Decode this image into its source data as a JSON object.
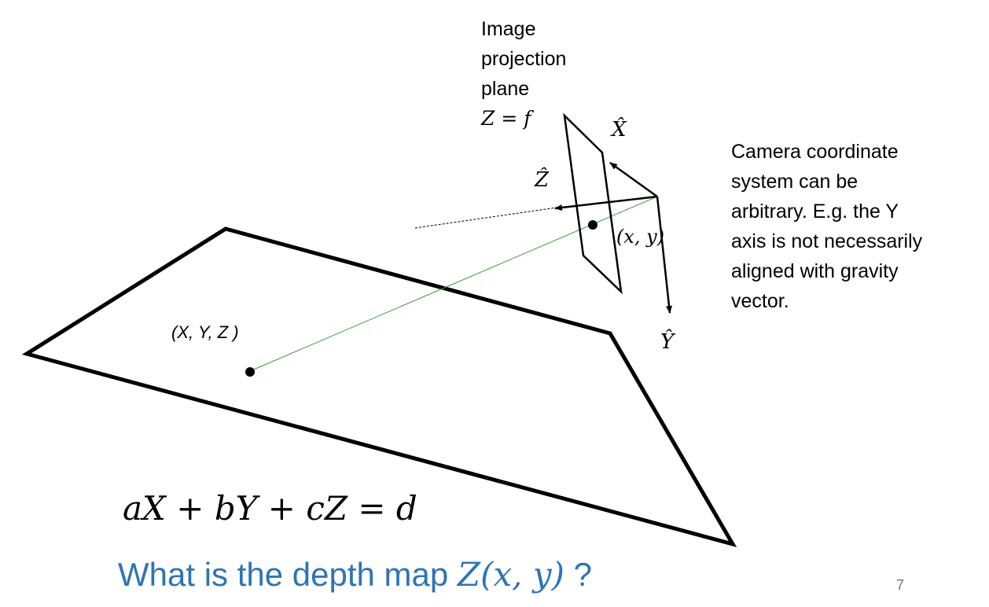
{
  "plane_label": {
    "lines": [
      "Image",
      "projection",
      "plane"
    ],
    "equation": "Z = f"
  },
  "axes": {
    "x_hat": "X̂",
    "y_hat": "Ŷ",
    "z_hat": "Ẑ"
  },
  "point_world": "(X, Y, Z )",
  "point_image": "(x, y)",
  "side_note": {
    "lines": [
      "Camera coordinate",
      "system can be",
      "arbitrary.  E.g. the Y",
      "axis is not necessarily",
      "aligned with gravity",
      "vector."
    ]
  },
  "plane_equation": "aX + bY + cZ = d",
  "question": {
    "prefix": "What is the depth map ",
    "math": "Z(x, y)",
    "suffix": " ?"
  },
  "page_number": "7",
  "colors": {
    "question": "#2e74b5",
    "ray": "#3a9a3a",
    "outline": "#000000"
  }
}
